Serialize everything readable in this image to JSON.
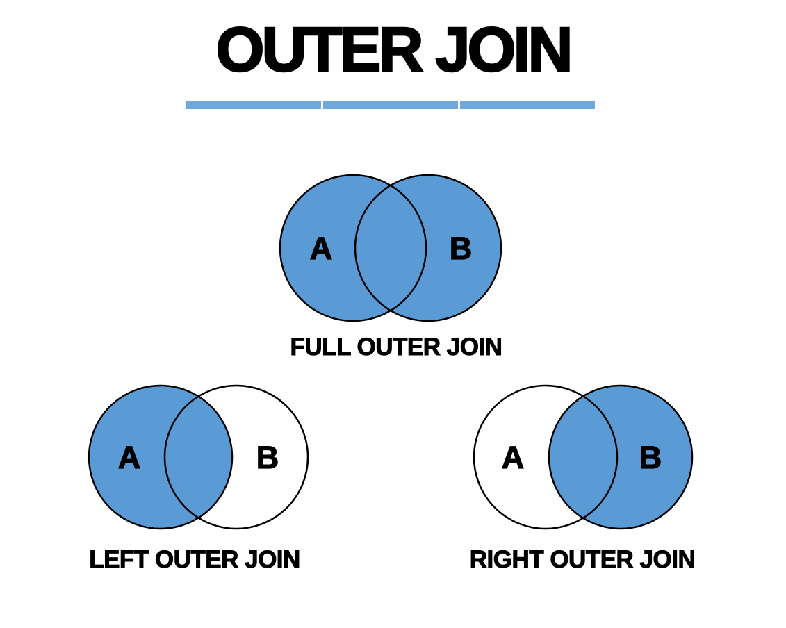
{
  "page": {
    "title": "OUTER JOIN"
  },
  "colors": {
    "venn_fill_blue": "#5b9bd5",
    "underline_blue": "#6fa8dc",
    "circle_outline": "#000000",
    "text": "#000000",
    "background": "#ffffff"
  },
  "diagrams": {
    "full": {
      "caption": "FULL OUTER JOIN",
      "label_a": "A",
      "label_b": "B",
      "fill_a": "#5b9bd5",
      "fill_b": "#5b9bd5"
    },
    "left": {
      "caption": "LEFT OUTER JOIN",
      "label_a": "A",
      "label_b": "B",
      "fill_a": "#5b9bd5",
      "fill_b": "none"
    },
    "right": {
      "caption": "RIGHT OUTER JOIN",
      "label_a": "A",
      "label_b": "B",
      "fill_a": "none",
      "fill_b": "#5b9bd5"
    }
  }
}
